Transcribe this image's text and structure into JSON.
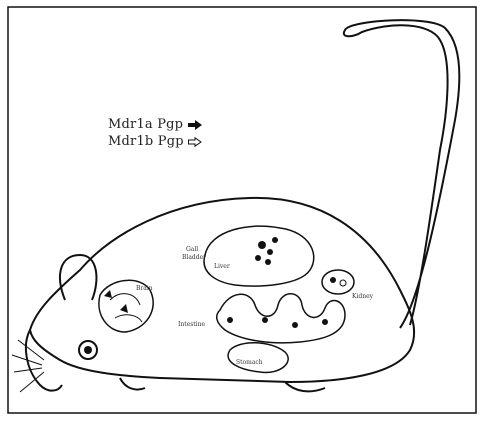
{
  "legend": {
    "mdr1a": "Mdr1a Pgp",
    "mdr1b": "Mdr1b Pgp"
  },
  "labels": {
    "gall_bladder_1": "Gall",
    "gall_bladder_2": "Bladder",
    "liver": "Liver",
    "brain": "Brain",
    "kidney": "Kidney",
    "intestine": "Intestine",
    "stomach": "Stomach"
  }
}
